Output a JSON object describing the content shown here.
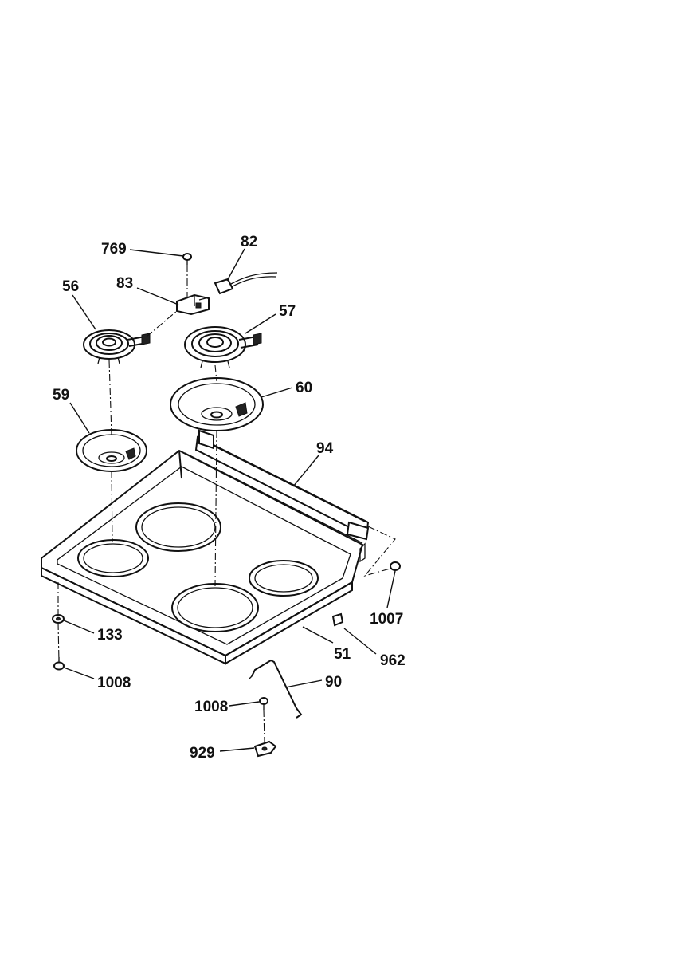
{
  "callouts": {
    "c769": "769",
    "c82": "82",
    "c56": "56",
    "c83": "83",
    "c57": "57",
    "c59": "59",
    "c60": "60",
    "c94": "94",
    "c1007": "1007",
    "c133": "133",
    "c51": "51",
    "c962": "962",
    "c90": "90",
    "c1008a": "1008",
    "c1008b": "1008",
    "c929": "929"
  }
}
